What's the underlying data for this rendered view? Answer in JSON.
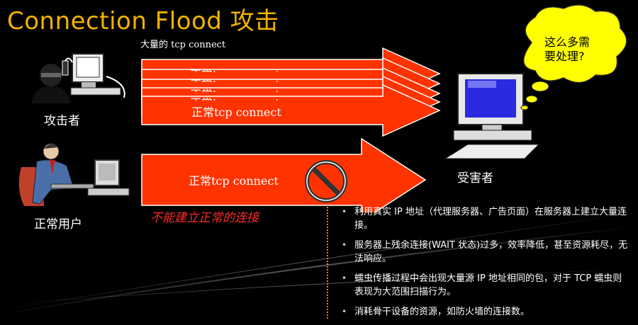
{
  "title": "Connection Flood 攻击",
  "subtitle": "大量的 tcp connect",
  "arrows": {
    "stack_label": "正常tcp connect",
    "normal_label": "正常tcp connect"
  },
  "labels": {
    "attacker": "攻击者",
    "normal_user": "正常用户",
    "victim": "受害者",
    "fail_text": "不能建立正常的连接"
  },
  "bubble": {
    "line1": "这么多需",
    "line2": "要处理?"
  },
  "bullets": [
    "利用真实 IP 地址（代理服务器、广告页面）在服务器上建立大量连接。",
    "服务器上残余连接(WAIT 状态)过多，效率降低，甚至资源耗尽，无法响应。",
    "蠕虫传播过程中会出现大量源 IP 地址相同的包，对于 TCP 蠕虫则表现为大范围扫描行为。",
    "消耗骨干设备的资源，如防火墙的连接数。"
  ],
  "colors": {
    "title": "#f2b300",
    "arrow_fill": "#ff3300",
    "arrow_stroke": "#ffffff",
    "fail_text": "#ff2a2a",
    "bubble": "#ffff00",
    "divider": "#e08a00"
  },
  "icons": {
    "attacker": "hacker-at-computer-icon",
    "normal_user": "businessman-at-computer-icon",
    "victim": "desktop-computer-icon",
    "blocked": "no-entry-sign-icon"
  }
}
